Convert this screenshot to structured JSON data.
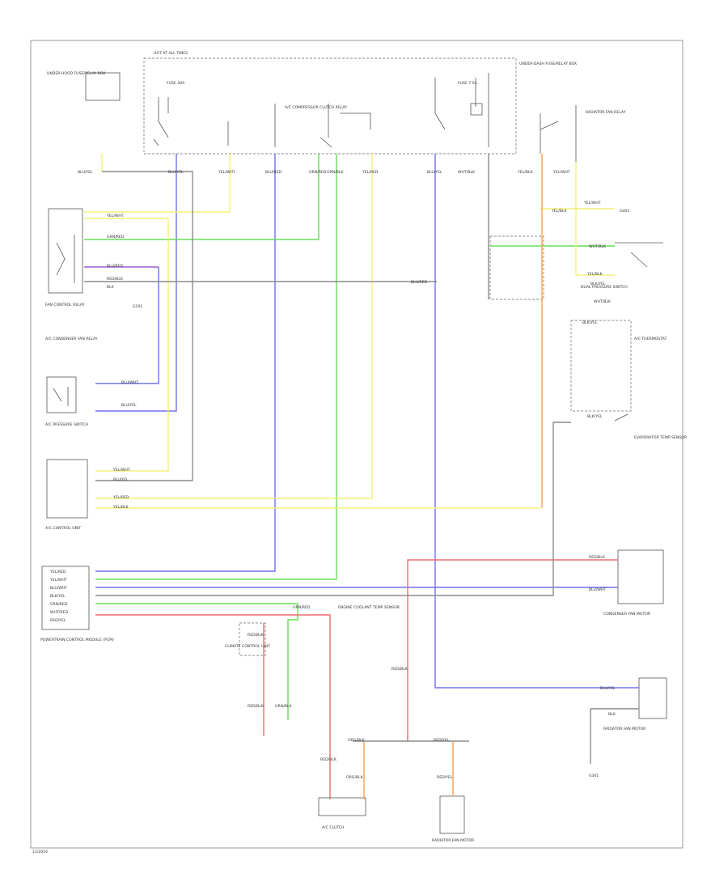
{
  "colors": {
    "blue": "#7070ee",
    "green": "#66dd55",
    "yellow": "#f2f27a",
    "red": "#f26a6a",
    "orange": "#f5a050",
    "purple": "#9a60d0",
    "gray": "#8c8c8c",
    "olive": "#c8c860"
  },
  "components": {
    "hot_at_all_times_box": "HOT AT ALL TIMES",
    "under_dash_fuse": "UNDER-DASH FUSE/RELAY BOX",
    "fuse_left": "FUSE 40A",
    "fuse_right": "FUSE 7.5A",
    "ac_compressor_clutch_relay": "A/C COMPRESSOR CLUTCH RELAY",
    "ac_control_unit": "A/C CONTROL UNIT",
    "ac_pressure_switch": "A/C PRESSURE SWITCH",
    "fan_control_relay": "FAN CONTROL RELAY",
    "under_hood_fuse_relay": "UNDER-HOOD FUSE/RELAY BOX",
    "climate_control_unit": "CLIMATE CONTROL UNIT",
    "powertrain_control_module": "POWERTRAIN CONTROL MODULE (PCM)",
    "engine_coolant_temp": "ENGINE COOLANT TEMP SENSOR",
    "dual_pressure_switch": "DUAL PRESSURE SWITCH",
    "condenser_fan_motor": "CONDENSER FAN MOTOR",
    "ac_condenser_fan_relay": "A/C CONDENSER FAN RELAY",
    "radiator_fan_motor": "RADIATOR FAN MOTOR",
    "radiator_fan_relay": "RADIATOR FAN RELAY",
    "ac_thermostat": "A/C THERMOSTAT",
    "evaporator_temp_sensor": "EVAPORATOR TEMP SENSOR",
    "ac_clutch": "A/C CLUTCH",
    "ground_g101": "G101",
    "ground_g301": "G301",
    "ground_g401": "G401",
    "page_ref": "11/2016"
  },
  "wires": {
    "blu_yel": "BLU/YEL",
    "yel_wht": "YEL/WHT",
    "blu_red": "BLU/RED",
    "grn_red": "GRN/RED",
    "yel_red": "YEL/RED",
    "grn_blk": "GRN/BLK",
    "blk": "BLK",
    "red_blk": "RED/BLK",
    "blu_wht": "BLU/WHT",
    "wht_blk": "WHT/BLK",
    "blk_yel": "BLK/YEL",
    "yel_blk": "YEL/BLK",
    "org_blk": "ORG/BLK",
    "red_yel": "RED/YEL",
    "wht_red": "WHT/RED"
  }
}
